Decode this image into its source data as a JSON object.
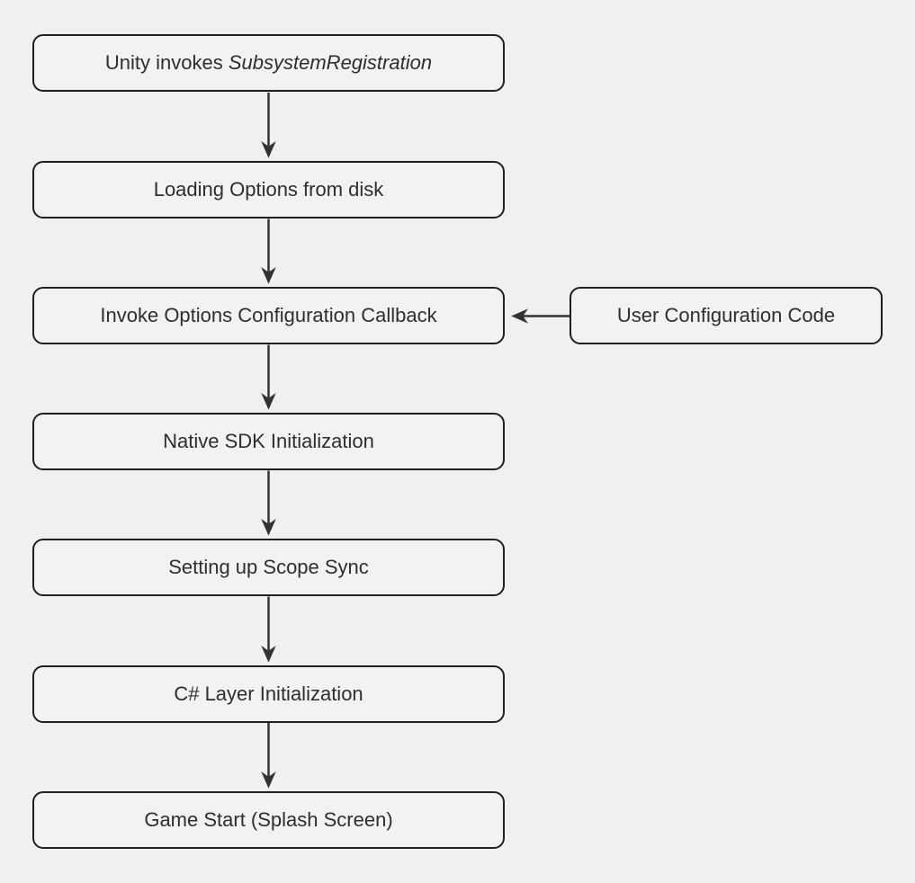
{
  "diagram": {
    "type": "flowchart",
    "direction": "top-down",
    "colors": {
      "background": "#f0f0f0",
      "node_fill": "#f2f2f2",
      "node_border": "#1f1f1f",
      "arrow": "#333333",
      "text": "#2e2e2e"
    },
    "nodes": [
      {
        "id": "unity-invokes",
        "label": "Unity invokes SubsystemRegistration",
        "label_prefix": "Unity invokes ",
        "label_italic": "SubsystemRegistration"
      },
      {
        "id": "loading-options",
        "label": "Loading Options from disk"
      },
      {
        "id": "invoke-callback",
        "label": "Invoke Options Configuration Callback"
      },
      {
        "id": "native-sdk",
        "label": "Native SDK Initialization"
      },
      {
        "id": "scope-sync",
        "label": "Setting up Scope Sync"
      },
      {
        "id": "csharp-layer",
        "label": "C# Layer Initialization"
      },
      {
        "id": "game-start",
        "label": "Game Start (Splash Screen)"
      },
      {
        "id": "user-config",
        "label": "User Configuration Code"
      }
    ],
    "edges": [
      {
        "from": "unity-invokes",
        "to": "loading-options"
      },
      {
        "from": "loading-options",
        "to": "invoke-callback"
      },
      {
        "from": "invoke-callback",
        "to": "native-sdk"
      },
      {
        "from": "native-sdk",
        "to": "scope-sync"
      },
      {
        "from": "scope-sync",
        "to": "csharp-layer"
      },
      {
        "from": "csharp-layer",
        "to": "game-start"
      },
      {
        "from": "user-config",
        "to": "invoke-callback"
      }
    ]
  }
}
